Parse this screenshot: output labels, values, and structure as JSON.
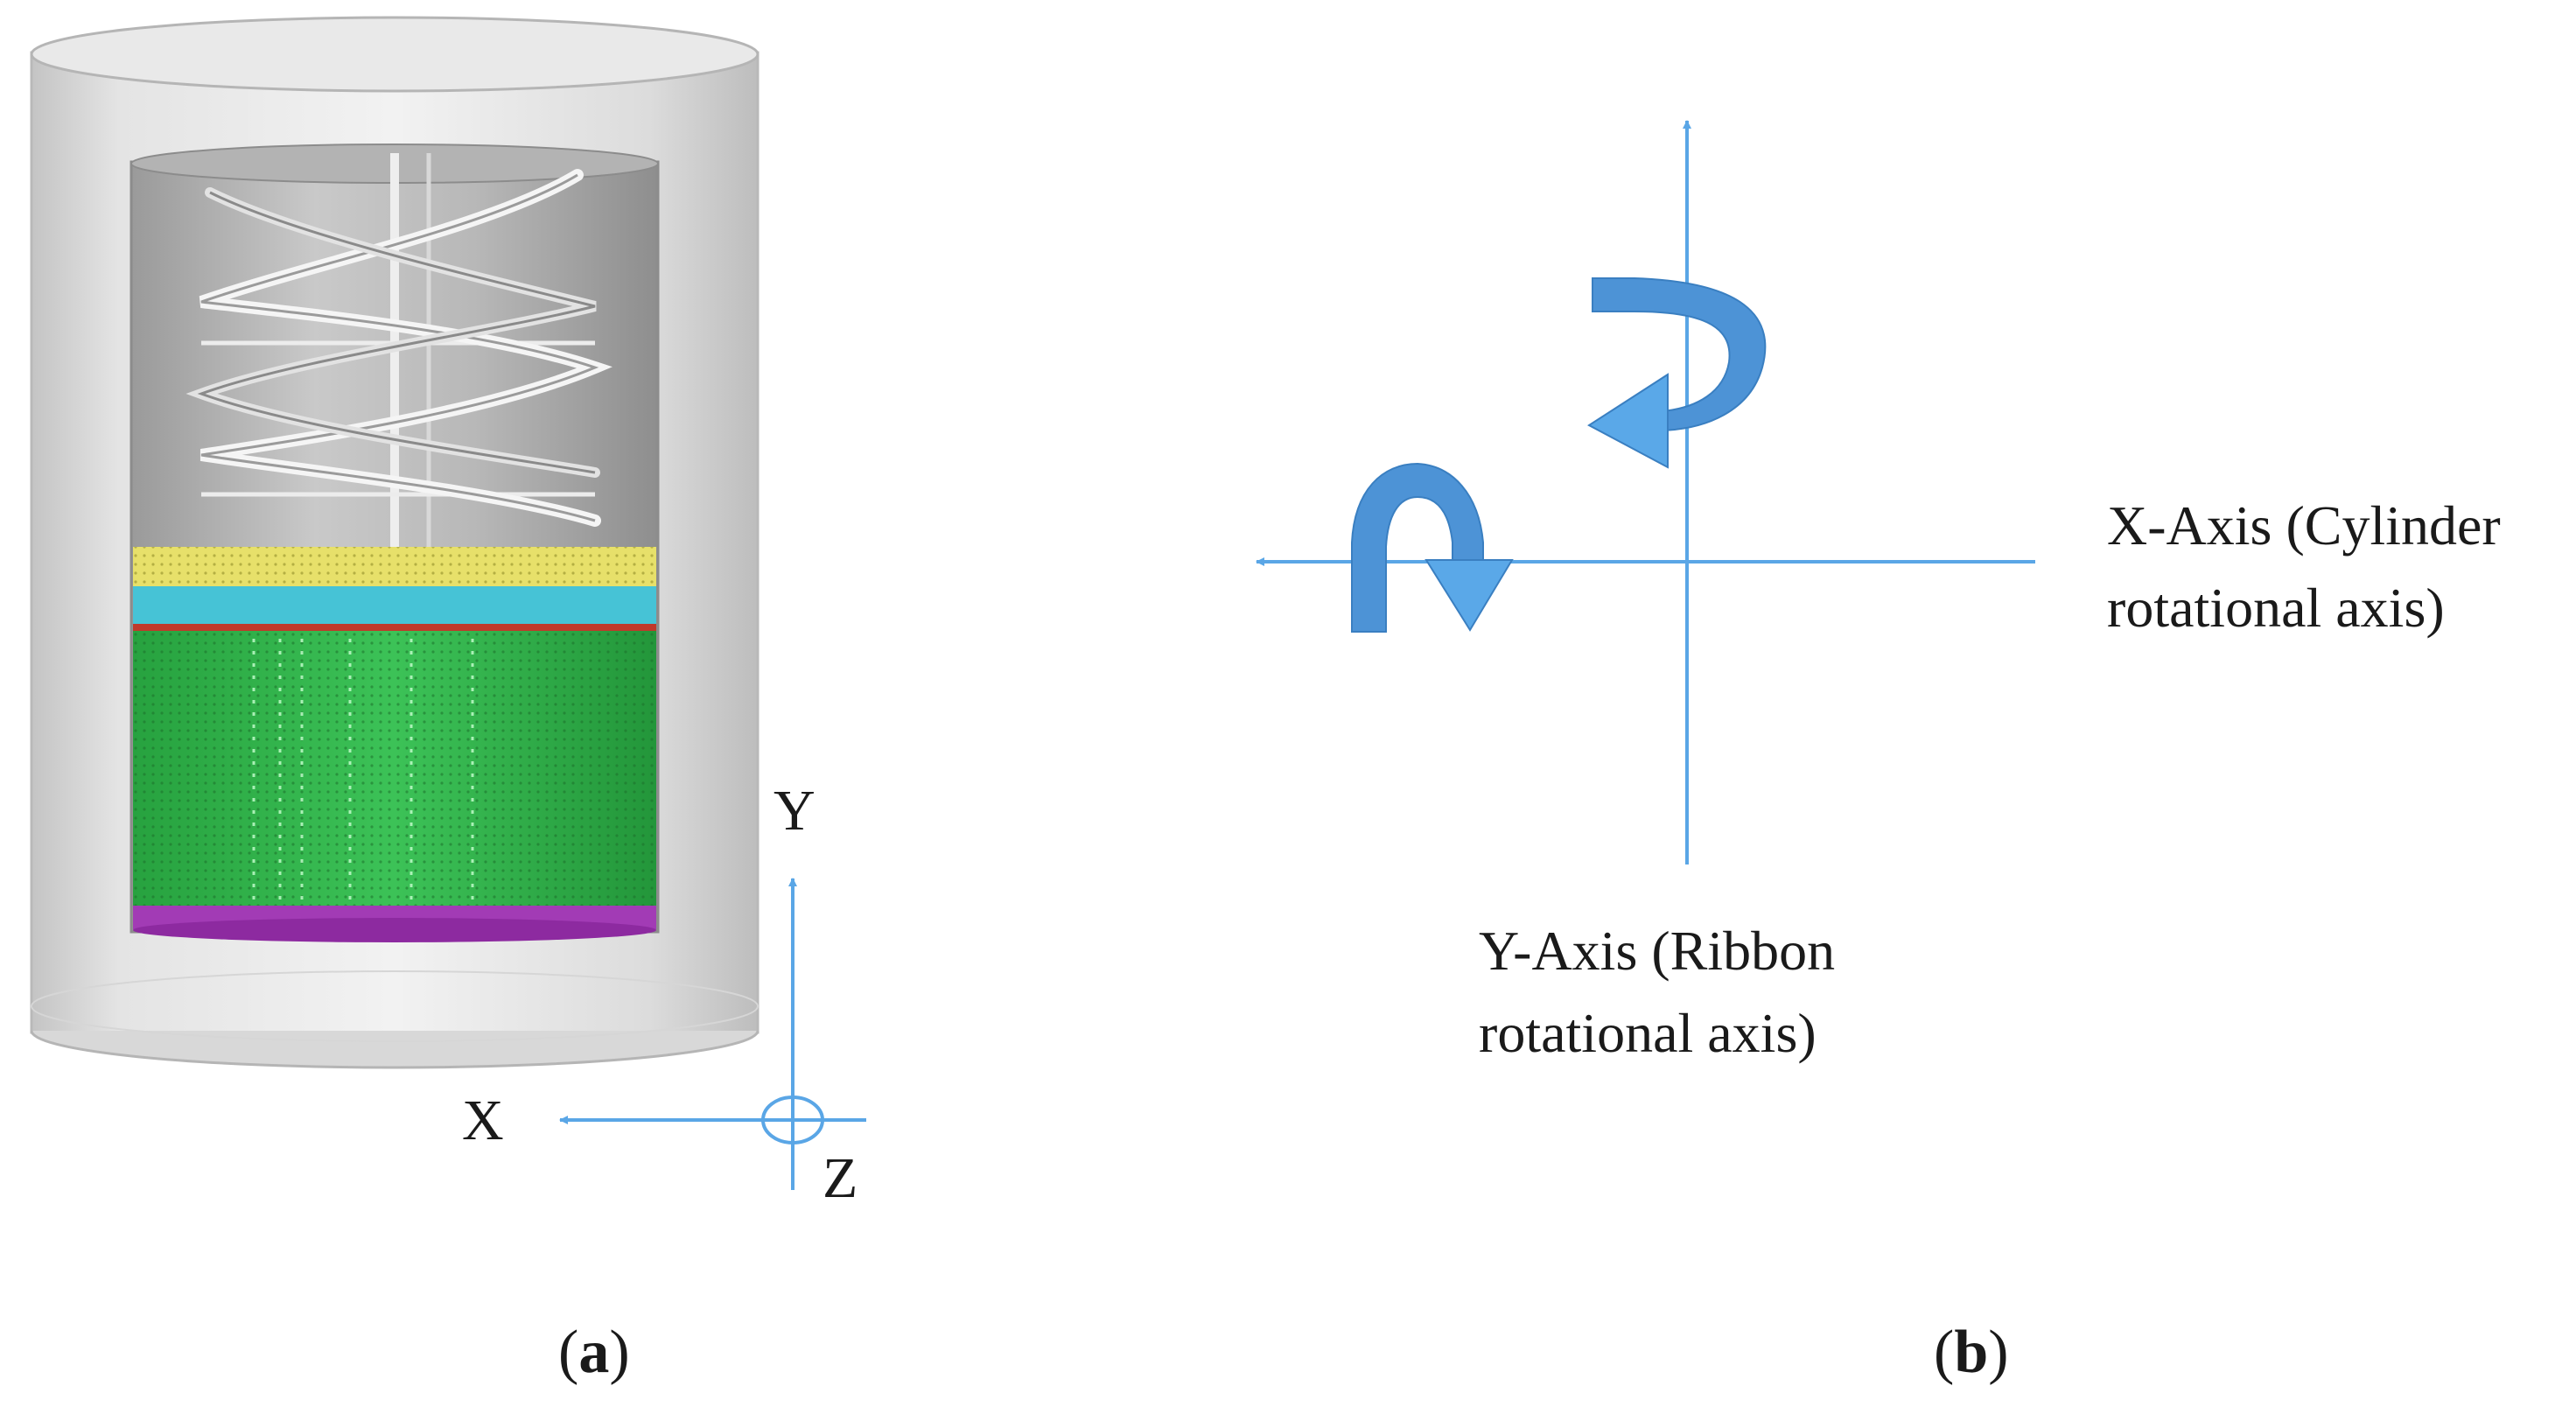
{
  "panel_a": {
    "label_open": "(",
    "label_letter": "a",
    "label_close": ")",
    "axis_y": "Y",
    "axis_x": "X",
    "axis_z": "Z"
  },
  "panel_b": {
    "label_open": "(",
    "label_letter": "b",
    "label_close": ")",
    "x_axis_line1": "X-Axis (Cylinder",
    "x_axis_line2": "rotational axis)",
    "y_axis_line1": "Y-Axis (Ribbon",
    "y_axis_line2": "rotational axis)"
  },
  "colors": {
    "axis_blue": "#5aa6e6",
    "rotation_arrow_blue": "#4d93d6",
    "particle_green": "#2fb34a",
    "particle_yellow": "#e7e06a",
    "particle_cyan": "#46c3d6",
    "particle_red": "#c0392b",
    "particle_magenta": "#a23bb5",
    "shell_gray": "#cfcfcf"
  }
}
